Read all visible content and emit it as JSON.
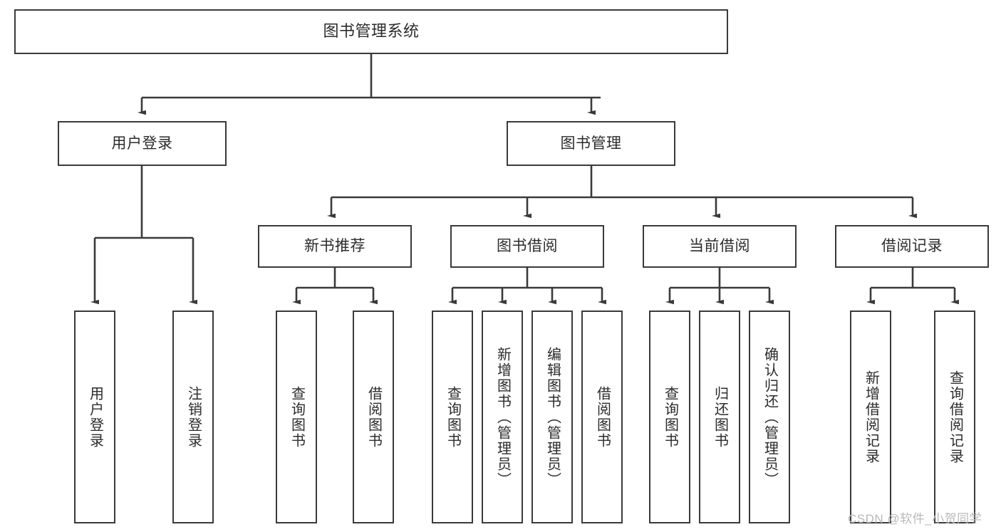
{
  "diagram": {
    "title": "图书管理系统",
    "type": "tree-hierarchy-diagram",
    "watermark": "CSDN @软件_小贺同学",
    "colors": {
      "background": "#ffffff",
      "box_border": "#3a3a3a",
      "box_fill": "#ffffff",
      "text": "#2b2b2b",
      "edge": "#3a3a3a",
      "watermark": "#b9b9b9"
    },
    "levels": {
      "root": "图书管理系统",
      "level2": [
        "用户登录",
        "图书管理"
      ],
      "level3": [
        "新书推荐",
        "图书借阅",
        "当前借阅",
        "借阅记录"
      ]
    },
    "nodes": {
      "root": {
        "label": "图书管理系统"
      },
      "user_login": {
        "label": "用户登录"
      },
      "book_manage": {
        "label": "图书管理"
      },
      "new_book_rec": {
        "label": "新书推荐"
      },
      "book_borrow": {
        "label": "图书借阅"
      },
      "current_borrow": {
        "label": "当前借阅"
      },
      "borrow_record": {
        "label": "借阅记录"
      },
      "leaf_user_login": {
        "label": "用户登录"
      },
      "leaf_user_logout": {
        "label": "注销登录"
      },
      "leaf_query_book_1": {
        "label": "查询图书"
      },
      "leaf_borrow_book_1": {
        "label": "借阅图书"
      },
      "leaf_query_book_2": {
        "label": "查询图书"
      },
      "leaf_add_book": {
        "label": "新增图书（管理员）"
      },
      "leaf_edit_book": {
        "label": "编辑图书（管理员）"
      },
      "leaf_borrow_book_2": {
        "label": "借阅图书"
      },
      "leaf_query_book_3": {
        "label": "查询图书"
      },
      "leaf_return_book": {
        "label": "归还图书"
      },
      "leaf_confirm_return": {
        "label": "确认归还（管理员）"
      },
      "leaf_add_record": {
        "label": "新增借阅记录"
      },
      "leaf_query_record": {
        "label": "查询借阅记录"
      }
    },
    "edges": [
      {
        "from": "root",
        "to": "用户登录"
      },
      {
        "from": "root",
        "to": "图书管理"
      },
      {
        "from": "用户登录",
        "to": "用户登录(叶)"
      },
      {
        "from": "用户登录",
        "to": "注销登录"
      },
      {
        "from": "图书管理",
        "to": "新书推荐"
      },
      {
        "from": "图书管理",
        "to": "图书借阅"
      },
      {
        "from": "图书管理",
        "to": "当前借阅"
      },
      {
        "from": "图书管理",
        "to": "借阅记录"
      },
      {
        "from": "新书推荐",
        "to": "查询图书"
      },
      {
        "from": "新书推荐",
        "to": "借阅图书"
      },
      {
        "from": "图书借阅",
        "to": "查询图书"
      },
      {
        "from": "图书借阅",
        "to": "新增图书（管理员）"
      },
      {
        "from": "图书借阅",
        "to": "编辑图书（管理员）"
      },
      {
        "from": "图书借阅",
        "to": "借阅图书"
      },
      {
        "from": "当前借阅",
        "to": "查询图书"
      },
      {
        "from": "当前借阅",
        "to": "归还图书"
      },
      {
        "from": "当前借阅",
        "to": "确认归还（管理员）"
      },
      {
        "from": "借阅记录",
        "to": "新增借阅记录"
      },
      {
        "from": "借阅记录",
        "to": "查询借阅记录"
      }
    ]
  }
}
